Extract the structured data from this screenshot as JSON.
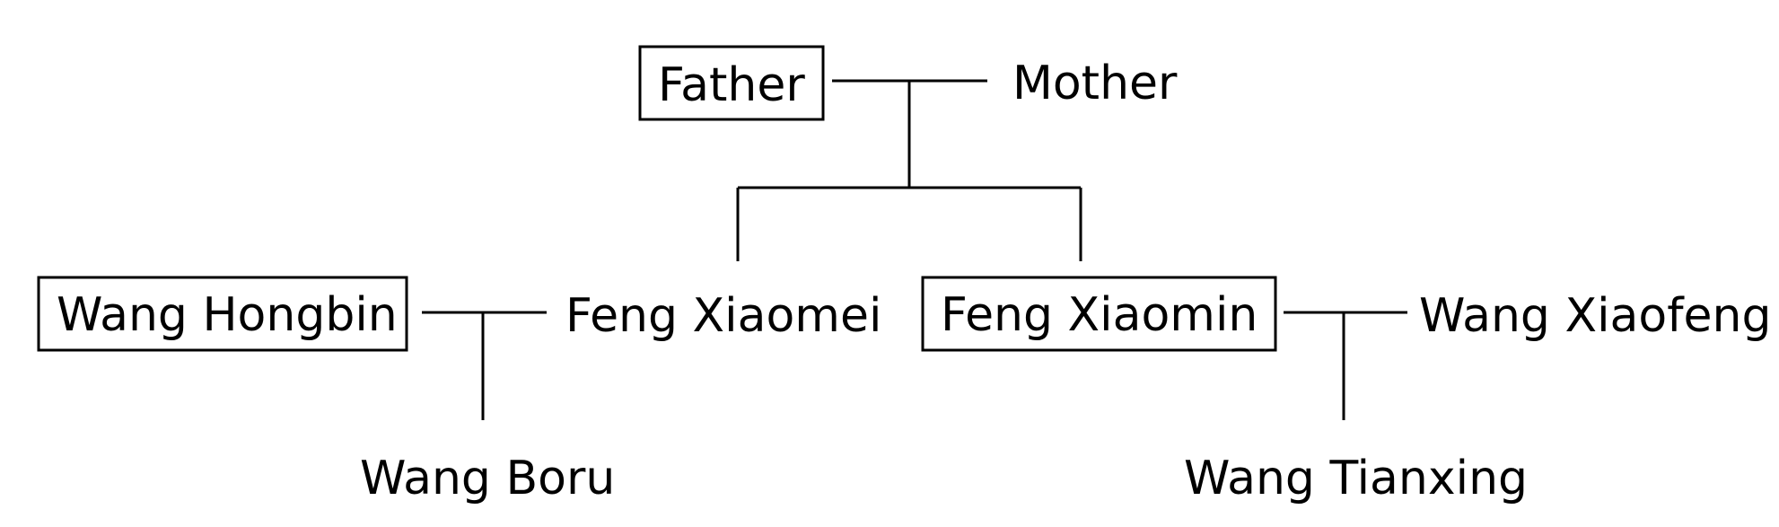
{
  "people": {
    "father": "Father",
    "mother": "Mother",
    "wang_hongbin": "Wang Hongbin",
    "feng_xiaomei": "Feng Xiaomei",
    "feng_xiaomin": "Feng Xiaomin",
    "wang_xiaofeng": "Wang Xiaofeng",
    "wang_boru": "Wang Boru",
    "wang_tianxing": "Wang Tianxing"
  },
  "boxed_people": [
    "father",
    "wang_hongbin",
    "feng_xiaomin"
  ],
  "colors": {
    "line": "#000000",
    "text": "#000000",
    "background": "#ffffff"
  }
}
